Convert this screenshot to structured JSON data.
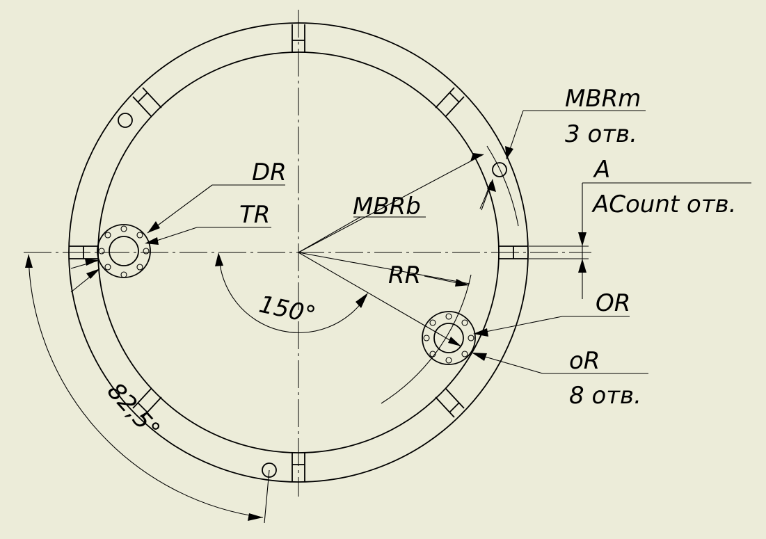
{
  "labels": {
    "mbrm": "MBRm",
    "mbrm_count": "3 отв.",
    "a": "A",
    "a_count": "ACount отв.",
    "dr": "DR",
    "tr": "TR",
    "mbrb": "MBRb",
    "rr": "RR",
    "or_upper": "OR",
    "or_lower": "oR",
    "or_count": "8 отв.",
    "angle_150": "150°",
    "angle_82": "82,5°"
  },
  "colors": {
    "background": "#ececd9",
    "line": "#000000"
  }
}
